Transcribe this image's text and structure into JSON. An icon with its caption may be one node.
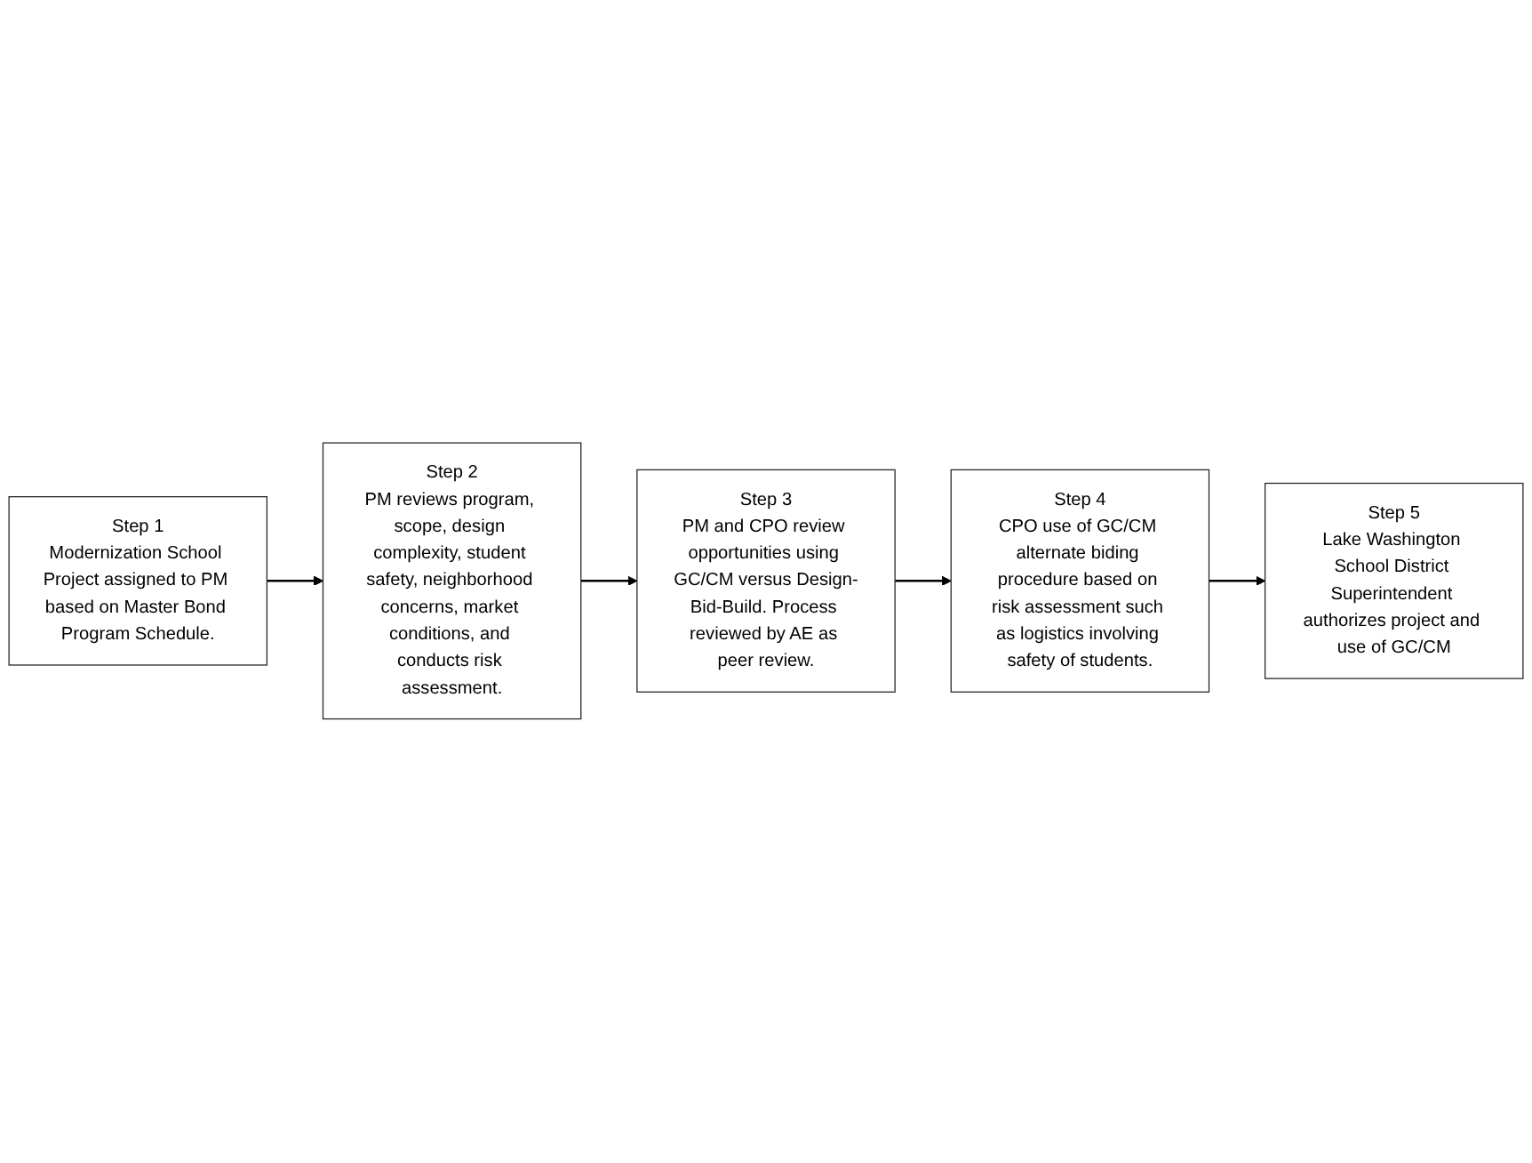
{
  "diagram": {
    "nodes": [
      {
        "text": [
          "Step 1",
          "Modernization School Project assigned to PM based on Master Bond Program Schedule."
        ]
      },
      {
        "text": [
          "Step 2",
          "PM reviews program, scope, design complexity, student safety, neighborhood concerns, market conditions, and conducts risk assessment."
        ]
      },
      {
        "text": [
          "Step 3",
          "PM and CPO review opportunities using GC/CM versus Design-Bid-Build. Process reviewed by AE as peer review."
        ]
      },
      {
        "text": [
          "Step 4",
          "CPO use of GC/CM alternate biding procedure based on risk assessment such as logistics involving safety of students."
        ]
      },
      {
        "text": [
          "Step 5",
          "Lake Washington School District Superintendent authorizes project and use of GC/CM"
        ]
      }
    ],
    "edges": [
      {
        "from": 0,
        "to": 1,
        "arrow": "to"
      },
      {
        "from": 1,
        "to": 2,
        "arrow": "to"
      },
      {
        "from": 2,
        "to": 3,
        "arrow": "to"
      },
      {
        "from": 3,
        "to": 4,
        "arrow": "to"
      }
    ]
  }
}
